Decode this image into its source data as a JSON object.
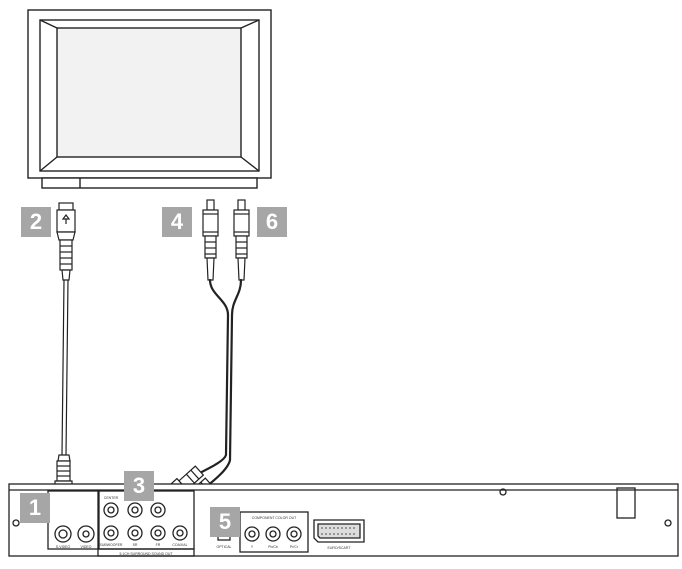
{
  "badges": {
    "b1": "1",
    "b2": "2",
    "b3": "3",
    "b4": "4",
    "b5": "5",
    "b6": "6"
  },
  "panel_labels": {
    "svideo": "S-VIDEO",
    "video": "VIDEO",
    "center": "CENTER",
    "subwoofer": "SUBWOOFER",
    "sr": "SR",
    "fr": "FR",
    "coaxial": "COAXIAL",
    "surround_out": "5.1CH SURROUND SOUND OUT",
    "optical": "OPTICAL",
    "component_title": "COMPONENT COLOR OUT",
    "comp_y": "Y",
    "comp_pb": "Pb/Cb",
    "comp_pr": "Pr/Cr",
    "euroscart": "EURO/SCART"
  },
  "colors": {
    "line": "#222222",
    "badge": "#a6a6a6",
    "screen_fill": "#eeeeee"
  },
  "icons": [
    "tv-icon",
    "svideo-plug-icon",
    "rca-plug-icon",
    "scart-connector-icon"
  ]
}
